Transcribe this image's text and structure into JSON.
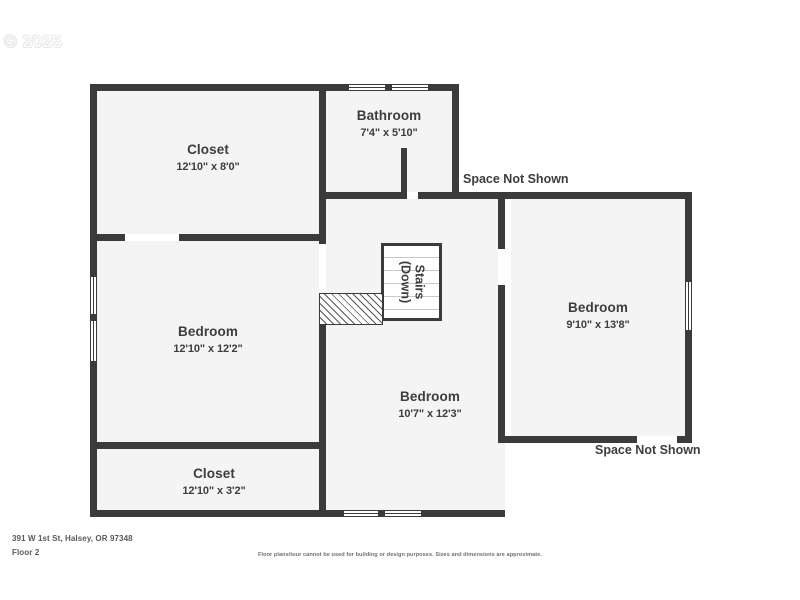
{
  "watermark": "© 2025",
  "floorplan": {
    "rooms": [
      {
        "name": "Closet",
        "dimensions": "12'10\" x 8'0\""
      },
      {
        "name": "Bathroom",
        "dimensions": "7'4\" x 5'10\""
      },
      {
        "name": "Bedroom",
        "dimensions": "12'10\" x 12'2\""
      },
      {
        "name": "Bedroom",
        "dimensions": "9'10\" x 13'8\""
      },
      {
        "name": "Bedroom",
        "dimensions": "10'7\" x 12'3\""
      },
      {
        "name": "Closet",
        "dimensions": "12'10\" x 3'2\""
      }
    ],
    "stairs": {
      "line1": "Stairs",
      "line2": "(Down)"
    },
    "notes": [
      {
        "text": "Space Not Shown"
      },
      {
        "text": "Space Not Shown"
      }
    ]
  },
  "footer": {
    "address": "391 W 1st St, Halsey, OR 97348",
    "floor": "Floor 2",
    "disclaimer": "Floor plans/tour cannot be used for building or design purposes. Sizes and dimensions are approximate."
  },
  "colors": {
    "wall": "#3b3b3b",
    "room_fill": "#f4f4f4",
    "text": "#3d3d3d",
    "background": "#ffffff"
  }
}
